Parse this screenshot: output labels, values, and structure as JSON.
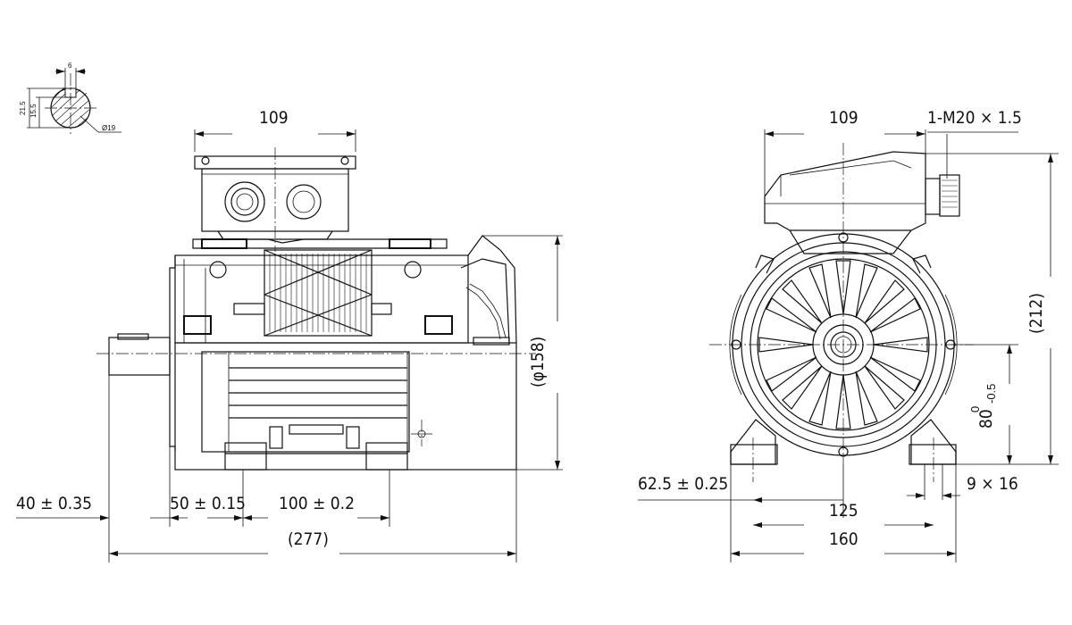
{
  "keyway_detail": {
    "width": "6",
    "depth_outer": "21.5",
    "depth_inner": "15.5",
    "diameter": "Ø19"
  },
  "side_view": {
    "terminal_box_width": "109",
    "flange_diameter": "(φ158)",
    "shaft_extension": "40 ± 0.35",
    "shaft_shoulder_to_foot_hole": "50 ± 0.15",
    "foot_hole_spacing": "100 ± 0.2",
    "overall_length": "(277)"
  },
  "end_view": {
    "terminal_box_width": "109",
    "cable_gland": "1-M20 × 1.5",
    "overall_height": "(212)",
    "shaft_height_nominal": "80",
    "shaft_height_tol_upper": "0",
    "shaft_height_tol_lower": "-0.5",
    "half_foot_hole_spacing": "62.5 ± 0.25",
    "foot_hole_spacing": "125",
    "foot_width": "160",
    "foot_hole_size": "9 × 16"
  }
}
